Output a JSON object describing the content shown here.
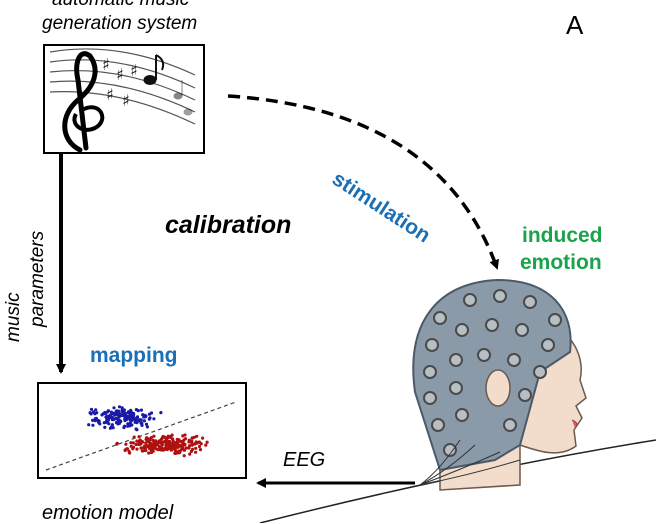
{
  "panel_letter": "A",
  "top_label_line1": "automatic music",
  "top_label_line2": "generation system",
  "calibration_label": "calibration",
  "stimulation_label": "stimulation",
  "induced_label_line1": "induced",
  "induced_label_line2": "emotion",
  "music_params_line1": "music",
  "music_params_line2": "parameters",
  "mapping_label": "mapping",
  "eeg_label": "EEG",
  "emotion_model_label": "emotion model",
  "colors": {
    "blue_label": "#1a6fb5",
    "green_label": "#1aa34a",
    "cluster_blue": "#1a1aa8",
    "cluster_red": "#b01010",
    "cap": "#8a9aa8",
    "skin": "#f2dccb"
  },
  "icons": [
    "treble-clef-icon",
    "eeg-head-icon",
    "scatter-plot-icon"
  ]
}
